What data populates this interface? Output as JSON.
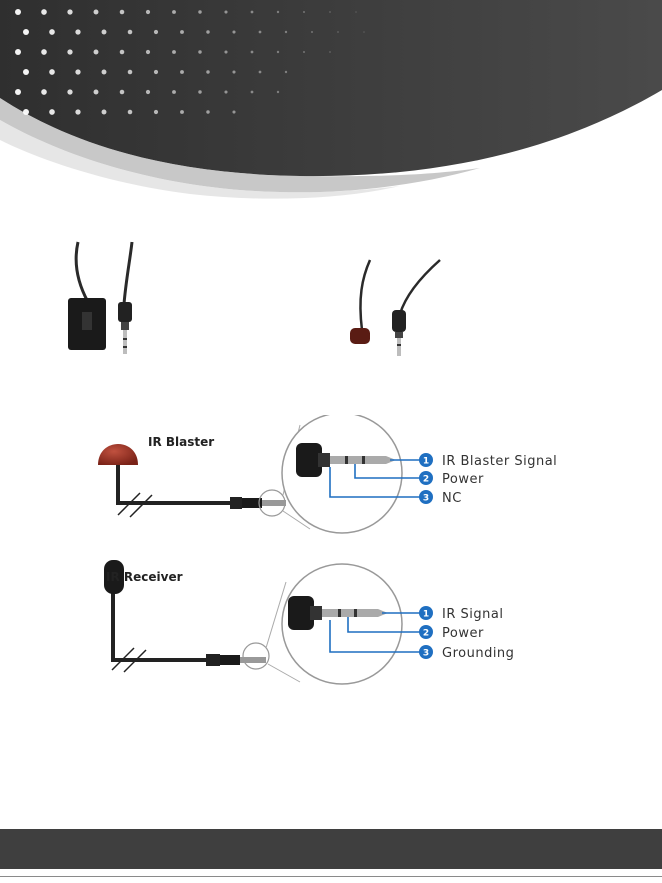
{
  "colors": {
    "header_dark": "#3d3d3d",
    "callout_blue": "#1f6fc1",
    "footer_dark": "#3f3f3f",
    "blaster_red": "#8e2a1c"
  },
  "blaster": {
    "title": "IR Blaster",
    "pins": [
      {
        "number": "1",
        "label": "IR Blaster Signal"
      },
      {
        "number": "2",
        "label": "Power"
      },
      {
        "number": "3",
        "label": "NC"
      }
    ]
  },
  "receiver": {
    "title": "IR Receiver",
    "pins": [
      {
        "number": "1",
        "label": "IR Signal"
      },
      {
        "number": "2",
        "label": "Power"
      },
      {
        "number": "3",
        "label": "Grounding"
      }
    ]
  }
}
